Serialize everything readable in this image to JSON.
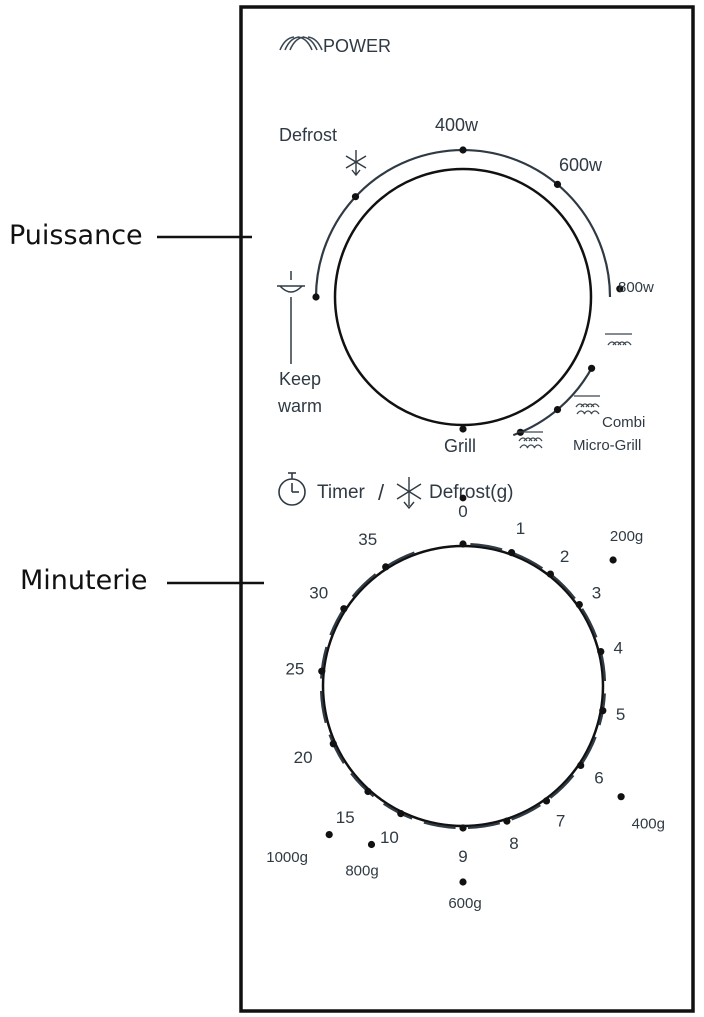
{
  "callouts": {
    "power": "Puissance",
    "timer": "Minuterie"
  },
  "header": {
    "power_label": "POWER",
    "power_icon": "microwave-waves-icon"
  },
  "power_dial": {
    "labels": {
      "defrost": "Defrost",
      "w400": "400w",
      "w600": "600w",
      "w800": "800w",
      "keep_warm_1": "Keep",
      "keep_warm_2": "warm",
      "grill": "Grill",
      "combi_1": "Combi",
      "combi_2": "Micro-Grill"
    },
    "icons": [
      "defrost-snowflake-icon",
      "keep-warm-bowl-icon",
      "combi-icon",
      "grill-icon"
    ]
  },
  "timer_dial": {
    "title_timer": "Timer",
    "title_sep": "/",
    "title_defrost": "Defrost(g)",
    "minutes": [
      "0",
      "1",
      "2",
      "3",
      "4",
      "5",
      "6",
      "7",
      "8",
      "9",
      "10",
      "15",
      "20",
      "25",
      "30",
      "35"
    ],
    "weights": [
      "200g",
      "400g",
      "600g",
      "800g",
      "1000g"
    ],
    "icons": [
      "stopwatch-icon",
      "defrost-snowflake-icon"
    ]
  },
  "colors": {
    "frame": "#111111",
    "print": "#2f3a44"
  }
}
